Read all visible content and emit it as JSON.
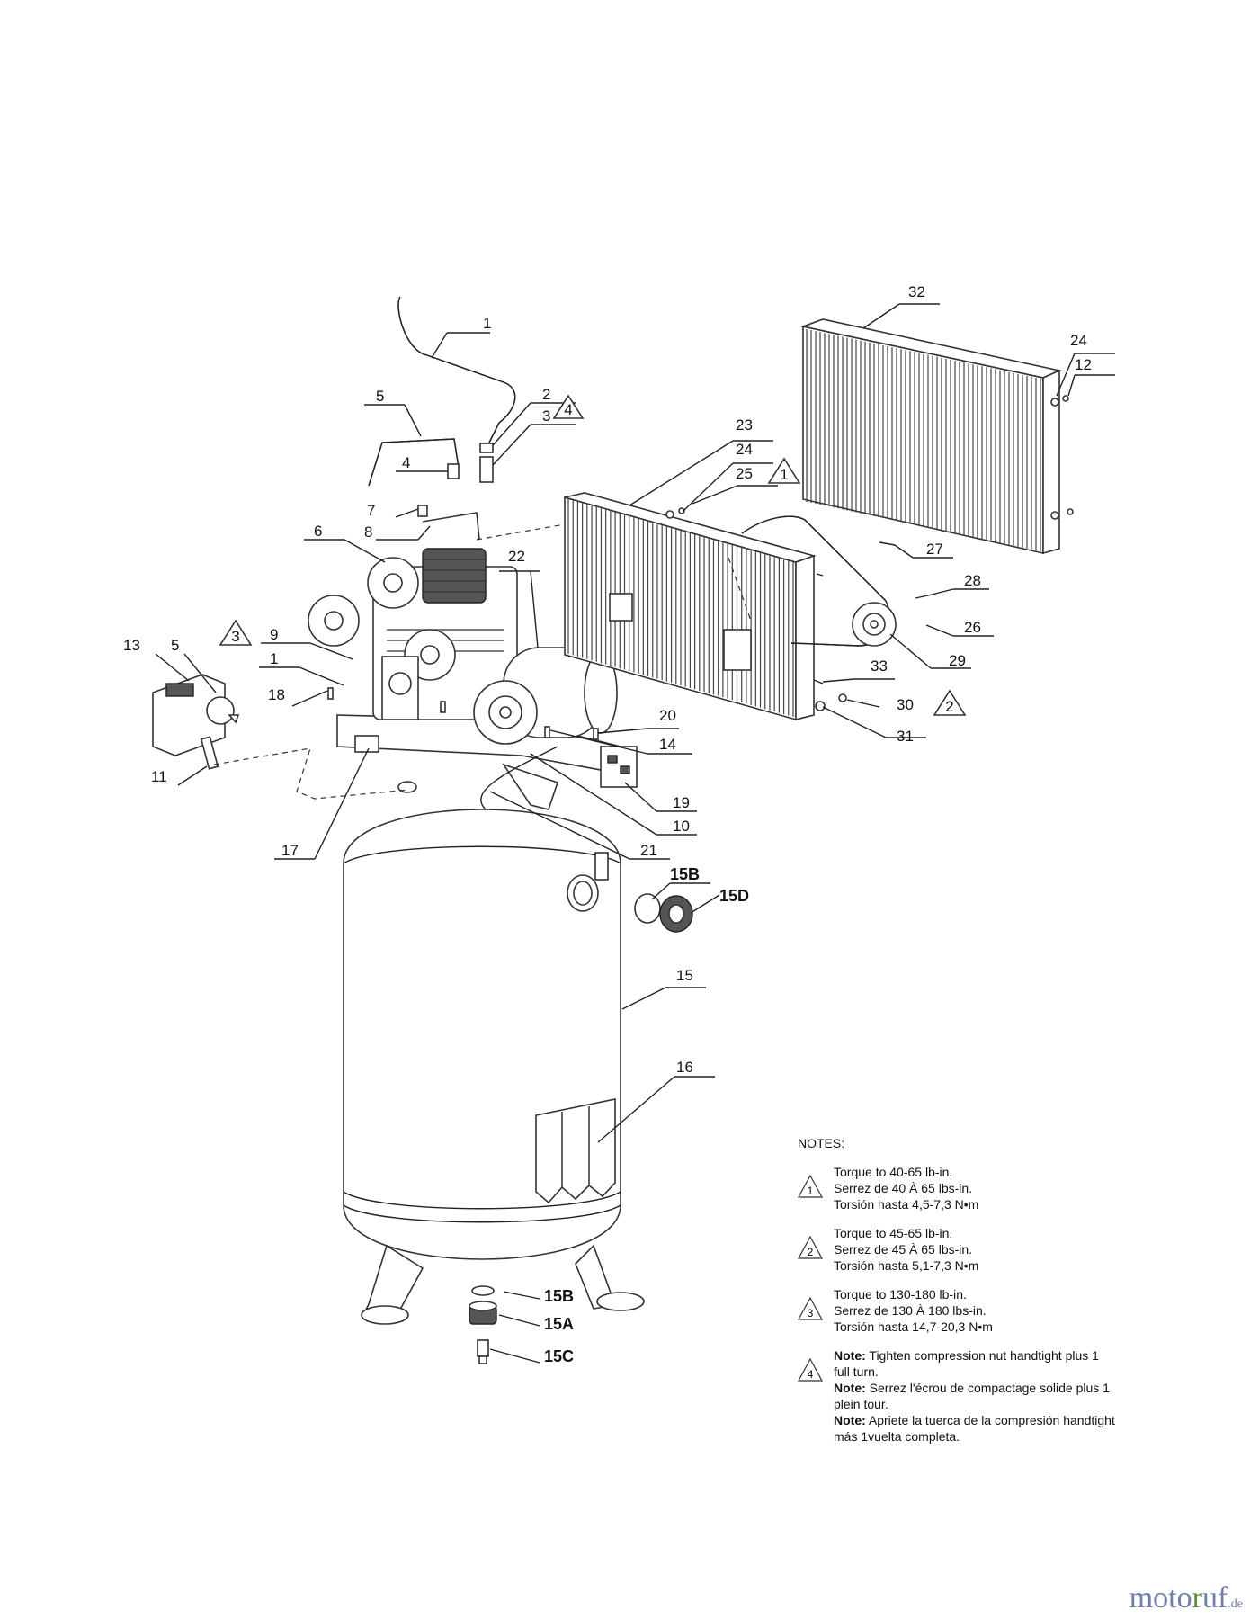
{
  "labels": {
    "l1a": "1",
    "l1b": "1",
    "l2": "2",
    "l3": "3",
    "l4": "4",
    "l5a": "5",
    "l5b": "5",
    "l6": "6",
    "l7": "7",
    "l8": "8",
    "l9": "9",
    "l10": "10",
    "l11": "11",
    "l12": "12",
    "l13": "13",
    "l14": "14",
    "l15": "15",
    "l15a": "15A",
    "l15b_top": "15B",
    "l15b_bot": "15B",
    "l15c": "15C",
    "l15d": "15D",
    "l16": "16",
    "l17": "17",
    "l18": "18",
    "l19": "19",
    "l20": "20",
    "l21": "21",
    "l22": "22",
    "l23": "23",
    "l24a": "24",
    "l24b": "24",
    "l25": "25",
    "l26": "26",
    "l27": "27",
    "l28": "28",
    "l29": "29",
    "l30": "30",
    "l31": "31",
    "l32": "32",
    "l33": "33"
  },
  "callouts": {
    "c1": "1",
    "c2": "2",
    "c3": "3",
    "c4": "4"
  },
  "notes": {
    "heading": "NOTES:",
    "n1": {
      "marker": "1",
      "lines": [
        "Torque to 40-65 lb-in.",
        "Serrez de 40 À 65 lbs-in.",
        "Torsión hasta 4,5-7,3 N•m"
      ]
    },
    "n2": {
      "marker": "2",
      "lines": [
        "Torque to 45-65 lb-in.",
        "Serrez de 45 À 65 lbs-in.",
        "Torsión hasta 5,1-7,3 N•m"
      ]
    },
    "n3": {
      "marker": "3",
      "lines": [
        "Torque to 130-180 lb-in.",
        "Serrez de 130 À 180 lbs-in.",
        "Torsión hasta 14,7-20,3 N•m"
      ]
    },
    "n4": {
      "marker": "4",
      "note_word": "Note:",
      "l1": " Tighten compression nut handtight plus 1",
      "l2": "full turn.",
      "l3": " Serrez l'écrou de compactage solide plus 1",
      "l4": "plein tour.",
      "l5": " Apriete la tuerca de la compresión handtight",
      "l6": "más 1vuelta completa."
    }
  },
  "brand": {
    "part1": "moto",
    "part2": "r",
    "part3": "uf",
    "suffix": ".de"
  }
}
